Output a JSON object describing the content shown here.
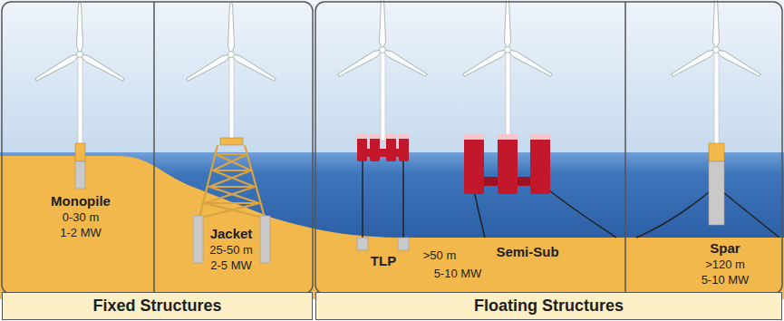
{
  "diagram": {
    "nodes": [
      {
        "text": [
          "Fixed Structures"
        ]
      },
      {
        "text": [
          "Floating Structures"
        ]
      }
    ],
    "labels": [
      "Monopile",
      "0-30 m",
      "1-2 MW",
      "Jacket",
      "25-50 m",
      "2-5 MW",
      "TLP",
      ">50 m",
      "Semi-Sub",
      "5-10 MW",
      "Spar",
      ">120 m",
      "5-10 MW"
    ]
  }
}
